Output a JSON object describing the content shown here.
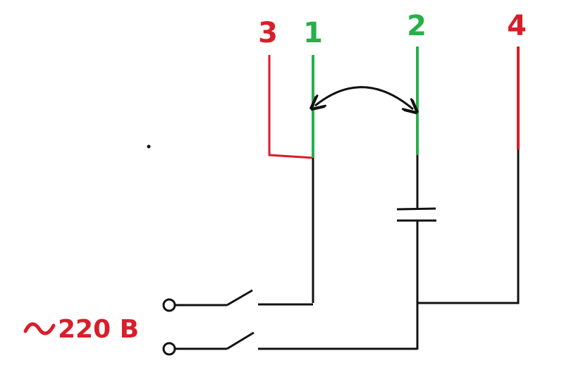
{
  "colors": {
    "red": "#d81e2a",
    "green": "#26b04a",
    "black": "#111111"
  },
  "terminals": [
    {
      "id": "3",
      "label": "3",
      "color": "red"
    },
    {
      "id": "1",
      "label": "1",
      "color": "green"
    },
    {
      "id": "2",
      "label": "2",
      "color": "green"
    },
    {
      "id": "4",
      "label": "4",
      "color": "red"
    }
  ],
  "supply": {
    "symbol": "∿",
    "label": "220 В"
  },
  "icons": {
    "tilde": "ac-tilde-icon",
    "capacitor": "capacitor-icon",
    "switch": "switch-icon",
    "arrow": "double-arrow-icon"
  }
}
